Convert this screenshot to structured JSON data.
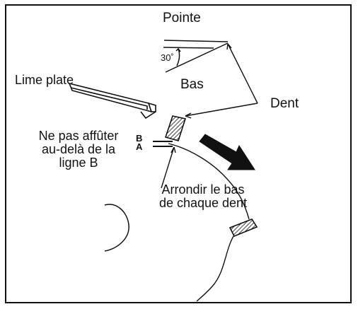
{
  "labels": {
    "pointe": "Pointe",
    "angle": "30˚",
    "bas": "Bas",
    "lime_plate": "Lime plate",
    "dent": "Dent",
    "warning": [
      "Ne pas affûter",
      "au-delà de la",
      "ligne B"
    ],
    "line_b": "B",
    "line_a": "A",
    "arrondir": [
      "Arrondir le bas",
      "de chaque dent"
    ]
  },
  "colors": {
    "ink": "#111111",
    "background": "#ffffff"
  }
}
